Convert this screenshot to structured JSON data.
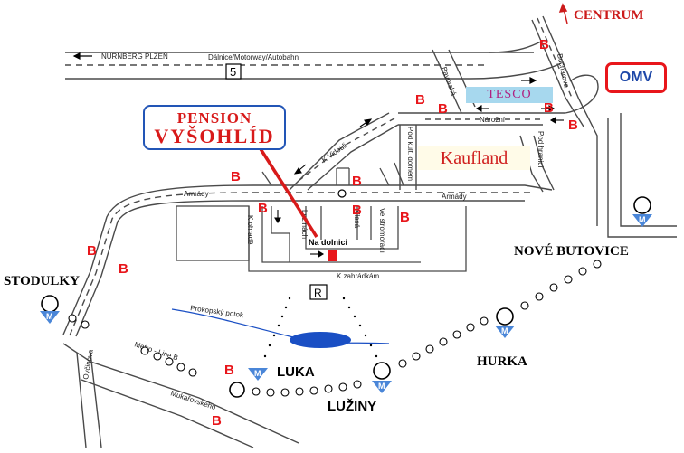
{
  "labels": {
    "pension_line1": "PENSION",
    "pension_line2": "VYŠOHLÍD",
    "centrum": "CENTRUM",
    "omv": "OMV",
    "tesco": "TESCO",
    "kaufland": "Kaufland",
    "nove_butovice": "NOVÉ BUTOVICE",
    "stodulky": "STODULKY",
    "hurka": "HURKA",
    "luka": "LUKA",
    "luziny": "LUŽINY",
    "parking": "R",
    "motorway_number": "5",
    "b_marker": "B",
    "metro_marker": "M"
  },
  "streets": {
    "nurnberg_plzen": "NURNBERG PLZEŇ",
    "dalnice": "Dálnice/Motorway/Autobahn",
    "bucharova": "Bucharova",
    "bavorska": "Bavorská",
    "narozni": "Nárožní",
    "k_vidouli": "K Vidouli",
    "pod_kulturnim_domem": "Pod kult. domem",
    "pod_hranici": "Pod hranicí",
    "armady_left": "Armády",
    "armady_right": "Armády",
    "k_ohrade": "K ohradě",
    "luzinach": "Lužinách",
    "vlasska": "Vlasá",
    "ve_stromovce": "Ve stromořadí",
    "na_dolnici": "Na dolnici",
    "k_zahradkam": "K zahrádkám",
    "prokopsky_potok": "Prokopský potok",
    "metro_line_b": "Metro - Line B",
    "ovcinova": "Ovčinova",
    "mukarovskeho": "Mukařovského"
  },
  "colors": {
    "road": "#4a4a4a",
    "marker_red": "#e8161b",
    "pension_blue": "#2255b6",
    "lake_blue": "#1a4fc4",
    "tesco_bg": "#a7d8ee",
    "metro_blue": "#4a86d8"
  }
}
